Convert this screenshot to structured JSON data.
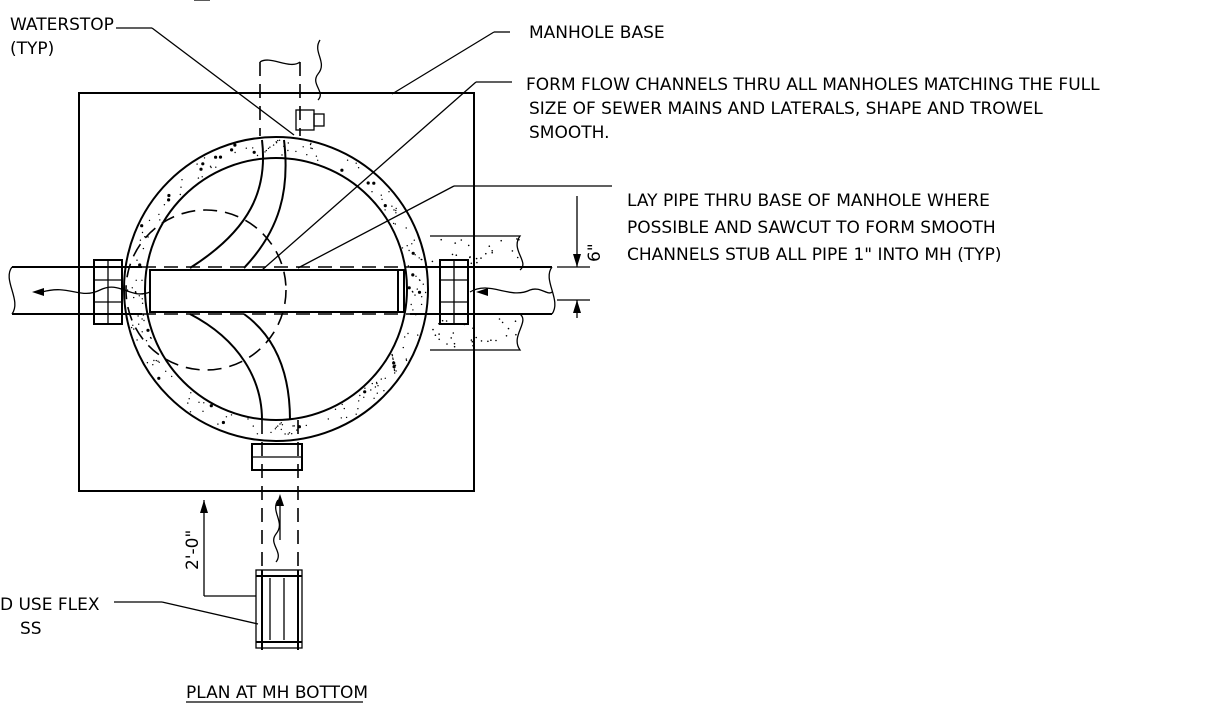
{
  "labels": {
    "waterstop_1": "WATERSTOP",
    "waterstop_2": "(TYP)",
    "manhole_base": "MANHOLE BASE",
    "flow_1": "FORM FLOW CHANNELS THRU ALL MANHOLES MATCHING THE FULL",
    "flow_2": "SIZE OF SEWER MAINS AND LATERALS, SHAPE AND TROWEL",
    "flow_3": "SMOOTH.",
    "lay_1": "LAY PIPE THRU BASE OF MANHOLE  WHERE",
    "lay_2": "POSSIBLE AND SAWCUT  TO FORM SMOOTH",
    "lay_3": "CHANNELS STUB ALL PIPE 1\" INTO MH (TYP)",
    "dim_6": "6\"",
    "dim_2ft": "2'-0\"",
    "flex_1": "D USE FLEX",
    "flex_2": "SS",
    "title": "PLAN AT MH BOTTOM"
  }
}
